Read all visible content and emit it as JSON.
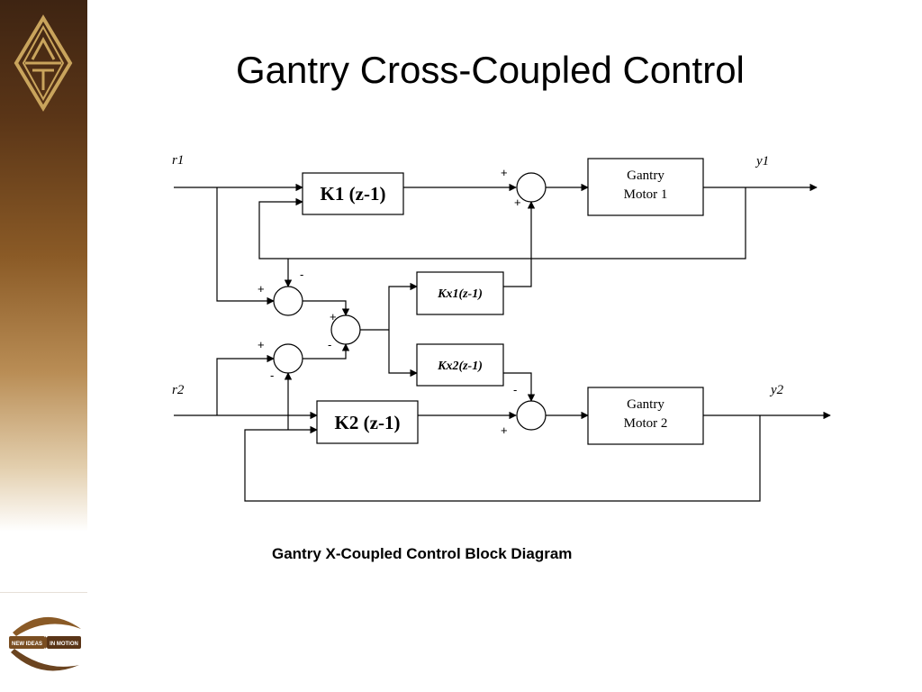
{
  "slide": {
    "title": "Gantry Cross-Coupled Control",
    "caption": "Gantry X-Coupled Control Block Diagram"
  },
  "logos": {
    "top_icon": "diamond-at-logo",
    "bottom_icon": "swoosh-arrows-logo",
    "bottom_left_text": "NEW IDEAS",
    "bottom_right_text": "IN MOTION"
  },
  "colors": {
    "sidebar_dark": "#3e2412",
    "sidebar_mid": "#8a5a26",
    "logo_gold": "#c9a45c"
  },
  "diagram": {
    "signals": {
      "r1": "r1",
      "r2": "r2",
      "y1": "y1",
      "y2": "y2"
    },
    "blocks": {
      "k1": "K1 (z-1)",
      "k2": "K2 (z-1)",
      "kx1": "Kx1(z-1)",
      "kx2": "Kx2(z-1)",
      "motor1_line1": "Gantry",
      "motor1_line2": "Motor 1",
      "motor2_line1": "Gantry",
      "motor2_line2": "Motor 2"
    },
    "signs": {
      "plus": "+",
      "minus": "-"
    }
  }
}
